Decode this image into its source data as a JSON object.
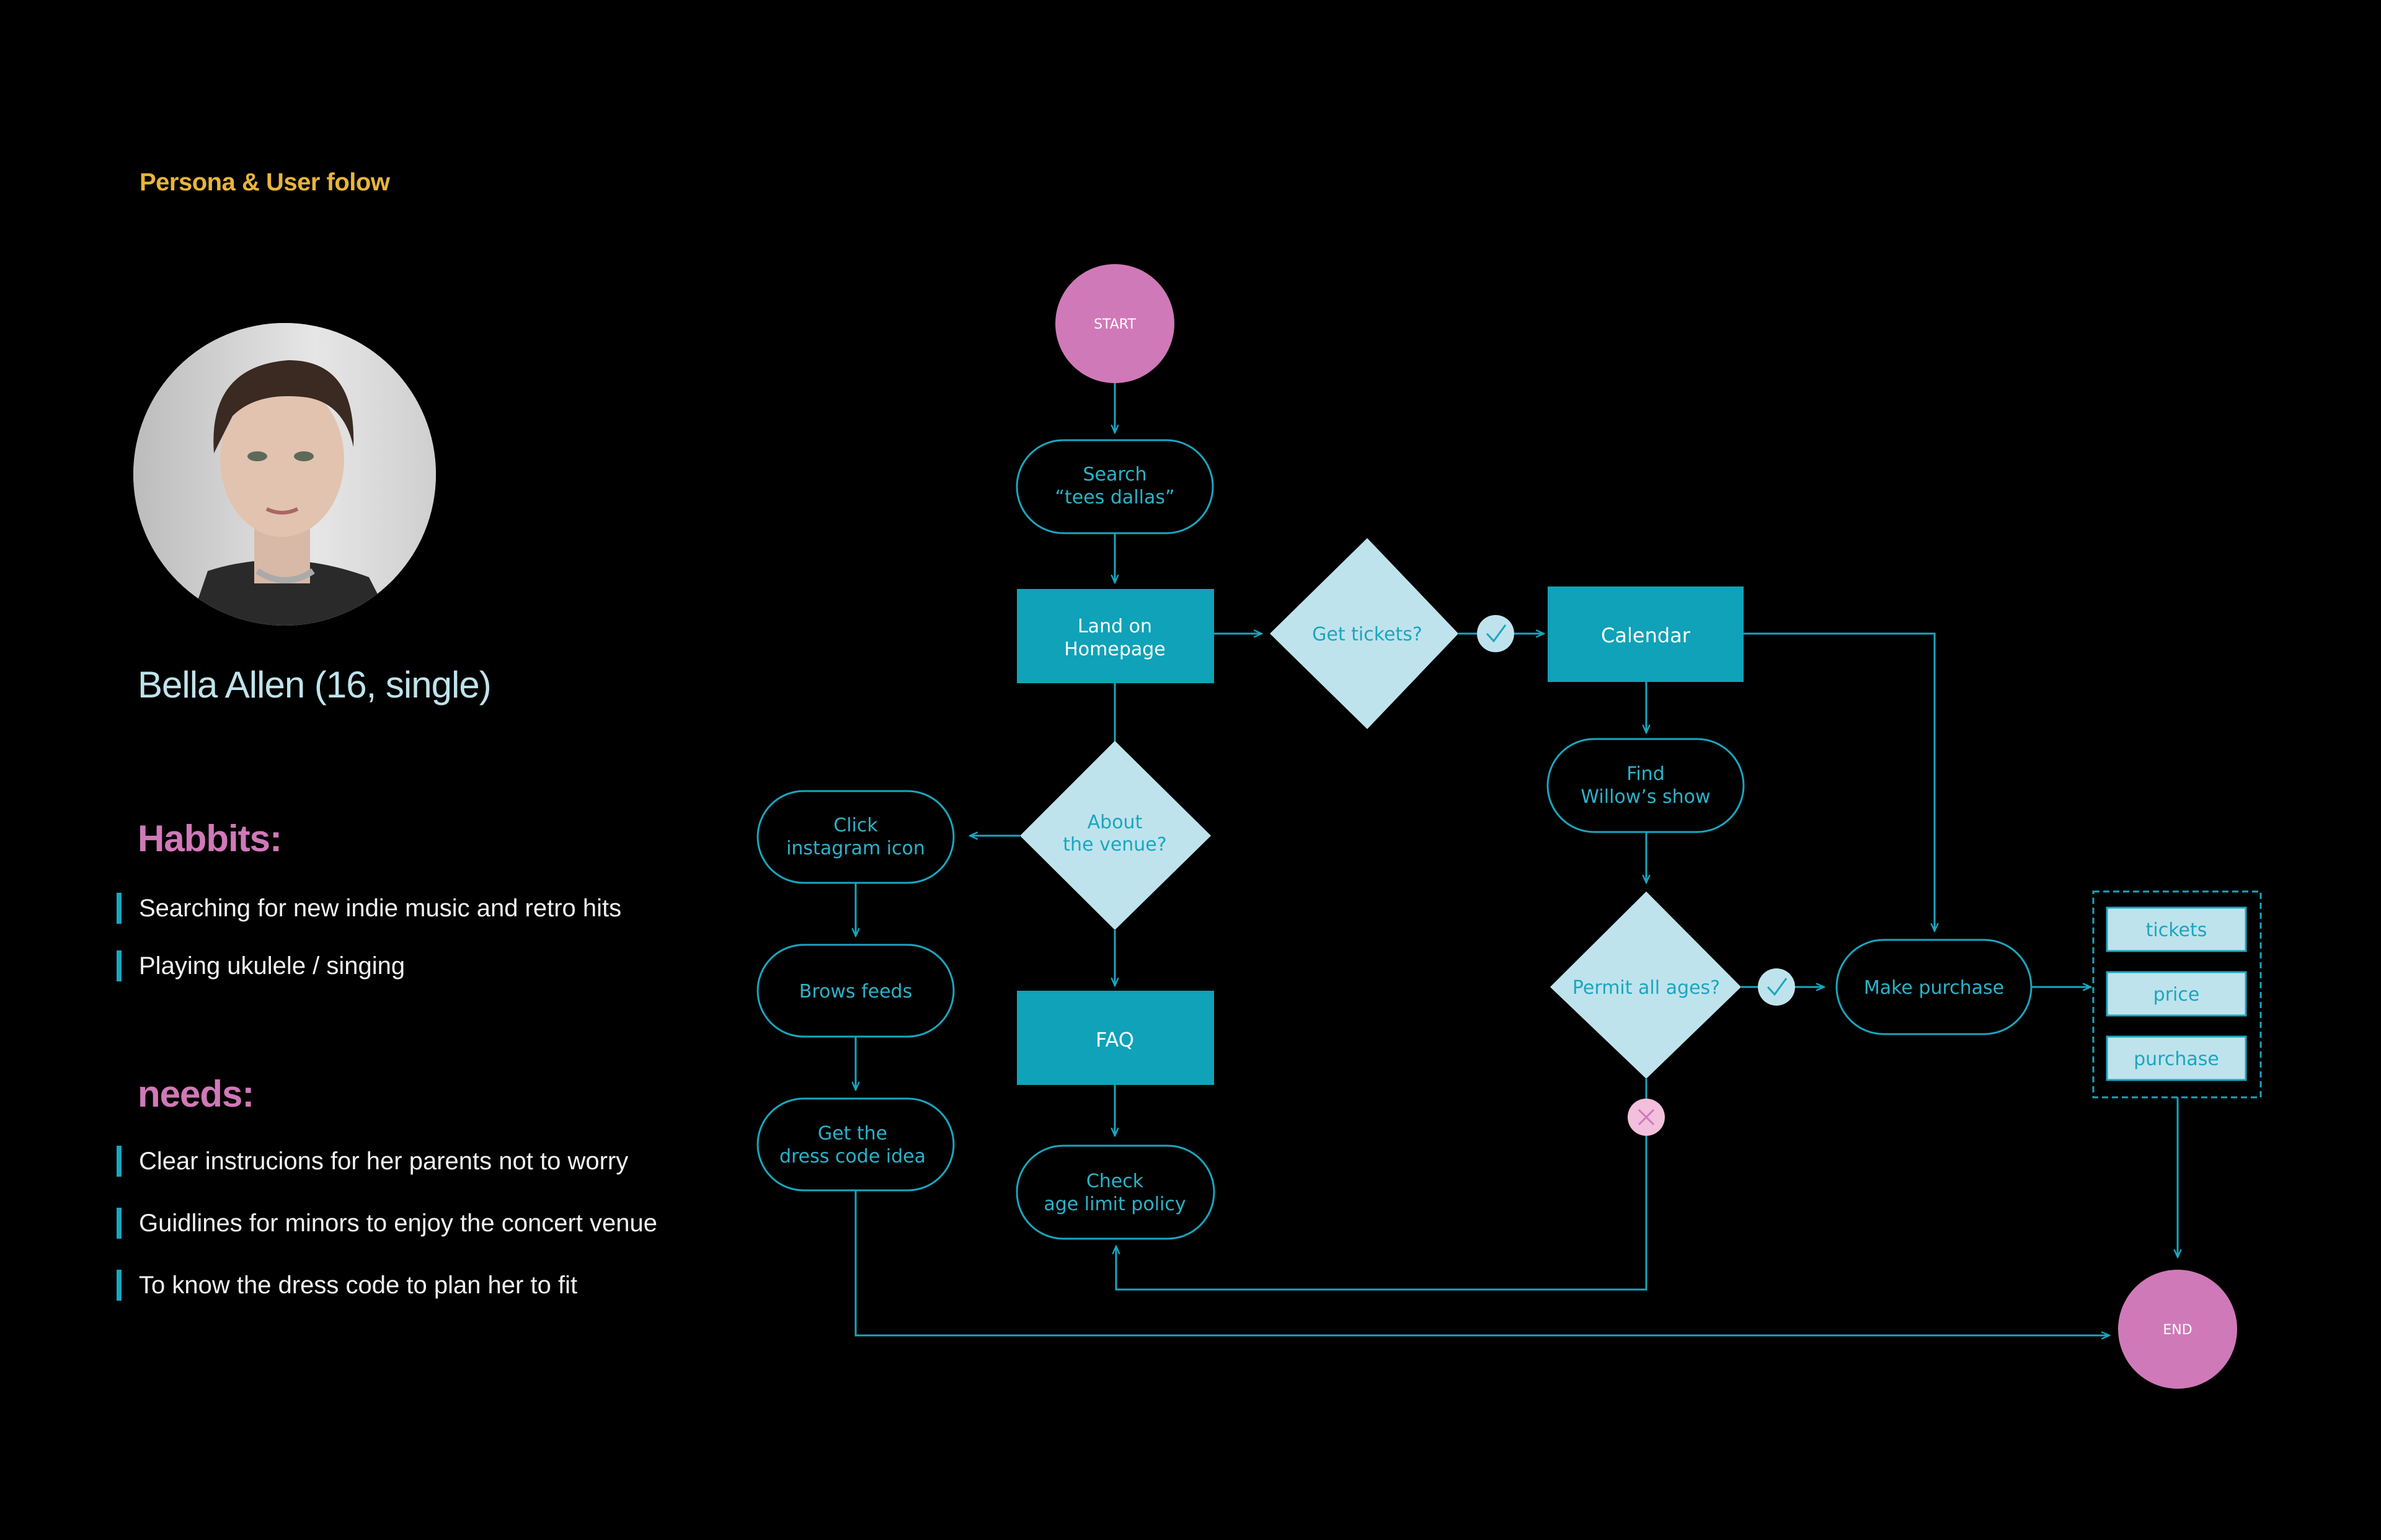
{
  "header": {
    "title": "Persona & User folow"
  },
  "persona": {
    "name": "Bella Allen  (16, single)",
    "habits_title": "Habbits:",
    "habits": [
      "Searching for new indie music and retro hits",
      "Playing ukulele / singing"
    ],
    "needs_title": "needs:",
    "needs": [
      "Clear instrucions  for her parents not to worry",
      "Guidlines for minors to enjoy the concert venue",
      "To know the dress code to plan her to fit"
    ]
  },
  "flow": {
    "start": "START",
    "end": "END",
    "search": [
      "Search",
      "“tees dallas”"
    ],
    "homepage": [
      "Land on",
      "Homepage"
    ],
    "get_tickets": "Get tickets?",
    "calendar": "Calendar",
    "find_show": [
      "Find",
      "Willow’s show"
    ],
    "permit": "Permit all ages?",
    "make_purchase": "Make purchase",
    "about_venue": [
      "About",
      "the venue?"
    ],
    "faq": "FAQ",
    "check_age": [
      "Check",
      "age limit policy"
    ],
    "click_instagram": [
      "Click",
      "instagram icon"
    ],
    "brows_feeds": "Brows feeds",
    "dress_code": [
      "Get the",
      "dress code idea"
    ],
    "purchase_items": [
      "tickets",
      "price",
      "purchase"
    ]
  },
  "colors": {
    "accent_yellow": "#e8b53a",
    "pink": "#d079b8",
    "teal": "#1aa6bf",
    "light_teal": "#bfe3ec",
    "text_teal": "#2bb3c9"
  }
}
